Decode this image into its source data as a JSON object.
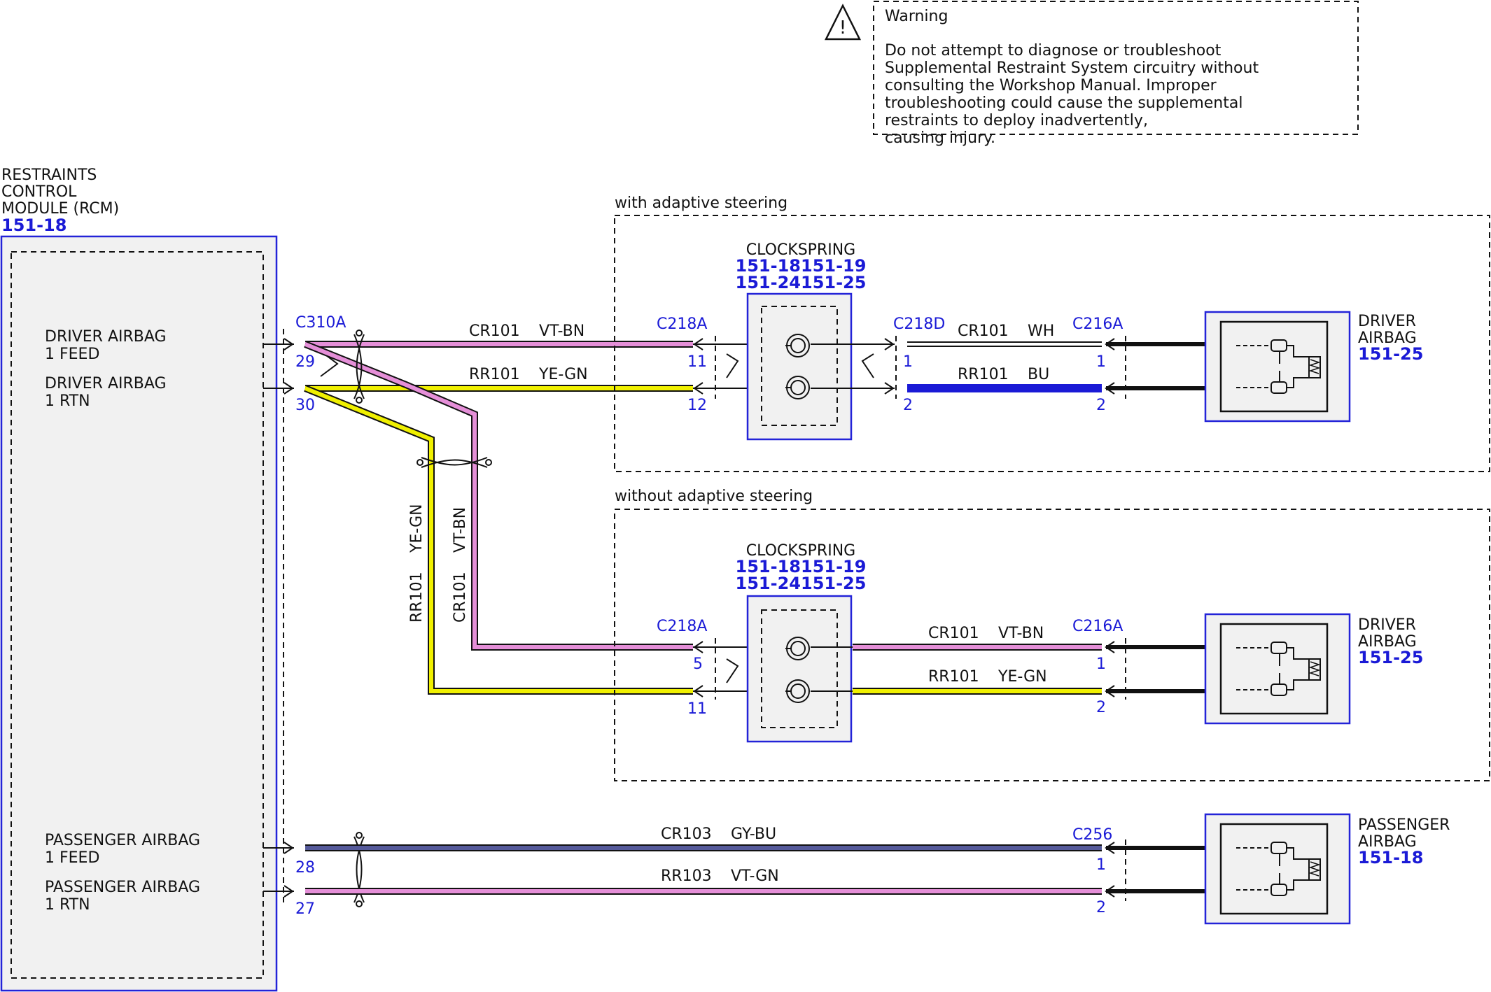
{
  "warning": {
    "title": "Warning",
    "lines": [
      "Do not attempt to diagnose or troubleshoot",
      "Supplemental Restraint System circuitry without",
      "consulting the Workshop Manual. Improper",
      "troubleshooting could cause the supplemental",
      "restraints to deploy inadvertently,",
      "causing injury."
    ]
  },
  "rcm": {
    "name_lines": [
      "RESTRAINTS",
      "CONTROL",
      "MODULE (RCM)"
    ],
    "ref": "151-18",
    "pins": {
      "driver_feed": [
        "DRIVER AIRBAG",
        "1 FEED"
      ],
      "driver_rtn": [
        "DRIVER AIRBAG",
        "1 RTN"
      ],
      "passenger_feed": [
        "PASSENGER AIRBAG",
        "1 FEED"
      ],
      "passenger_rtn": [
        "PASSENGER AIRBAG",
        "1 RTN"
      ]
    }
  },
  "sections": {
    "with_adaptive": "with adaptive steering",
    "without_adaptive": "without adaptive steering"
  },
  "clockspring": {
    "name": "CLOCKSPRING",
    "refs_line1": "151-18151-19",
    "refs_line2": "151-24151-25"
  },
  "driver_airbag": {
    "name_lines": [
      "DRIVER",
      "AIRBAG"
    ],
    "ref": "151-25"
  },
  "passenger_airbag": {
    "name_lines": [
      "PASSENGER",
      "AIRBAG"
    ],
    "ref": "151-18"
  },
  "connectors": {
    "c310a": "C310A",
    "c218a": "C218A",
    "c218d": "C218D",
    "c216a": "C216A",
    "c256": "C256"
  },
  "pins": {
    "p29": "29",
    "p30": "30",
    "p28": "28",
    "p27": "27",
    "p11": "11",
    "p12": "12",
    "p1": "1",
    "p2": "2",
    "p5": "5"
  },
  "circuits": {
    "cr101": "CR101",
    "rr101": "RR101",
    "cr103": "CR103",
    "rr103": "RR103"
  },
  "wire_colors": {
    "vt_bn": "VT-BN",
    "ye_gn": "YE-GN",
    "wh": "WH",
    "bu": "BU",
    "gy_bu": "GY-BU",
    "vt_gn": "VT-GN"
  },
  "colors": {
    "violet": "#e58fd8",
    "yellow": "#f0f000",
    "blue": "#1a1ad6",
    "gray_blue": "#555a9a",
    "accent": "#1a1ad6"
  }
}
